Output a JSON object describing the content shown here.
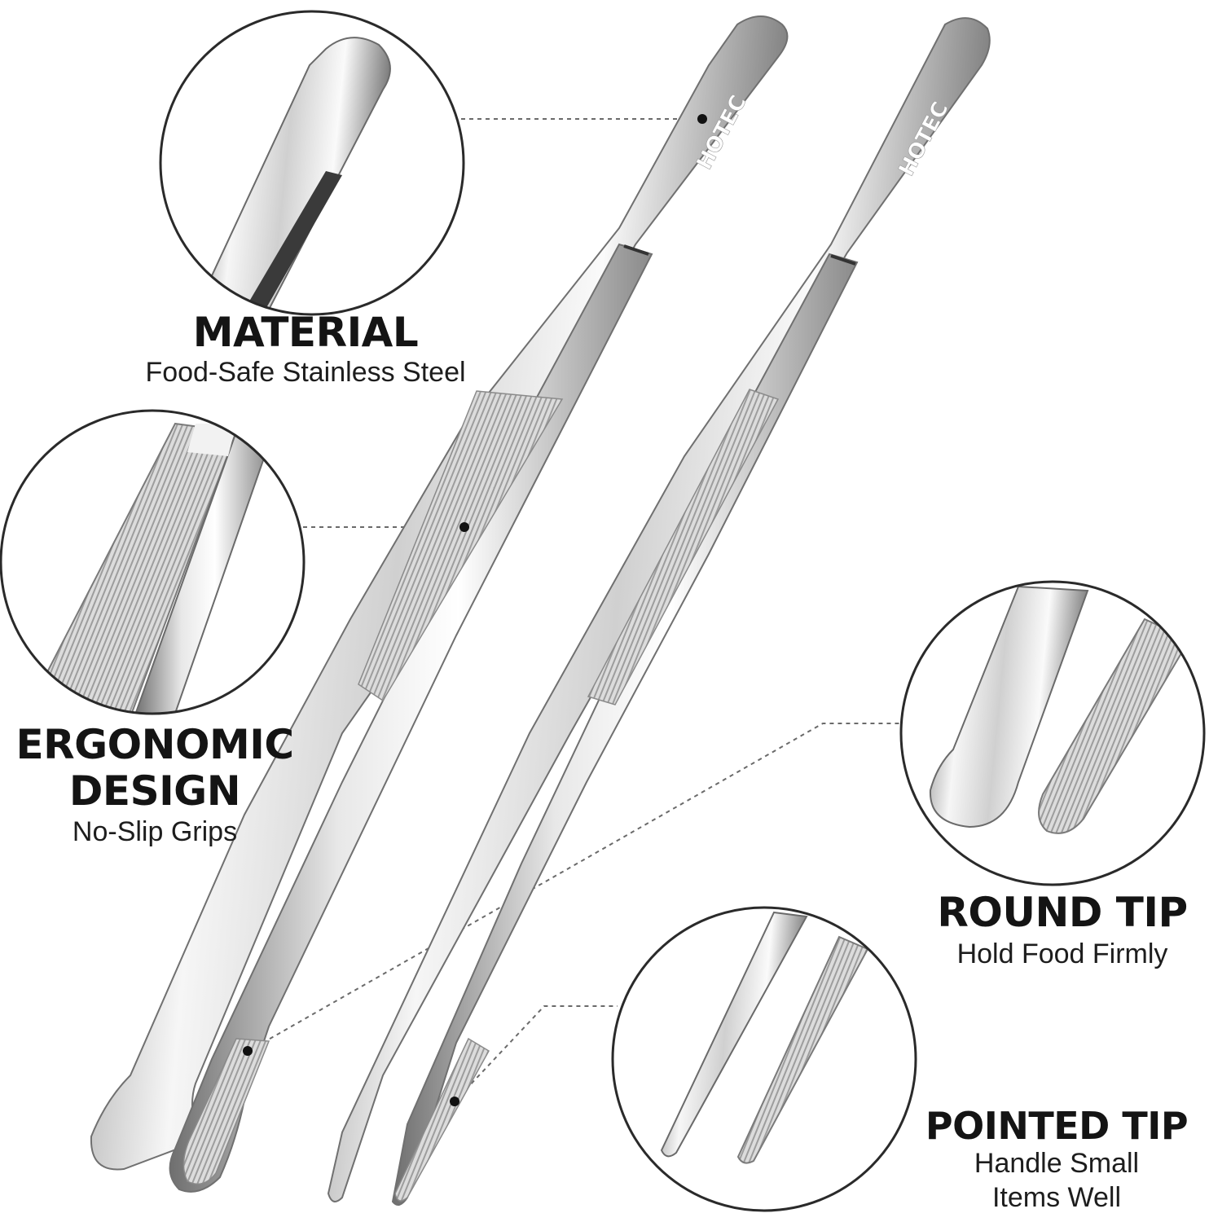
{
  "brand_mark": "HOTEC",
  "colors": {
    "steel_light": "#f4f4f4",
    "steel_mid": "#c9c9c9",
    "steel_dark": "#6b6b6b",
    "text": "#141414"
  },
  "features": [
    {
      "title": "MATERIAL",
      "subtitle": "Food-Safe Stainless Steel"
    },
    {
      "title_line1": "ERGONOMIC",
      "title_line2": "DESIGN",
      "subtitle": "No-Slip Grips"
    },
    {
      "title": "ROUND TIP",
      "subtitle": "Hold Food Firmly"
    },
    {
      "title": "POINTED TIP",
      "subtitle_line1": "Handle Small",
      "subtitle_line2": "Items Well"
    }
  ]
}
